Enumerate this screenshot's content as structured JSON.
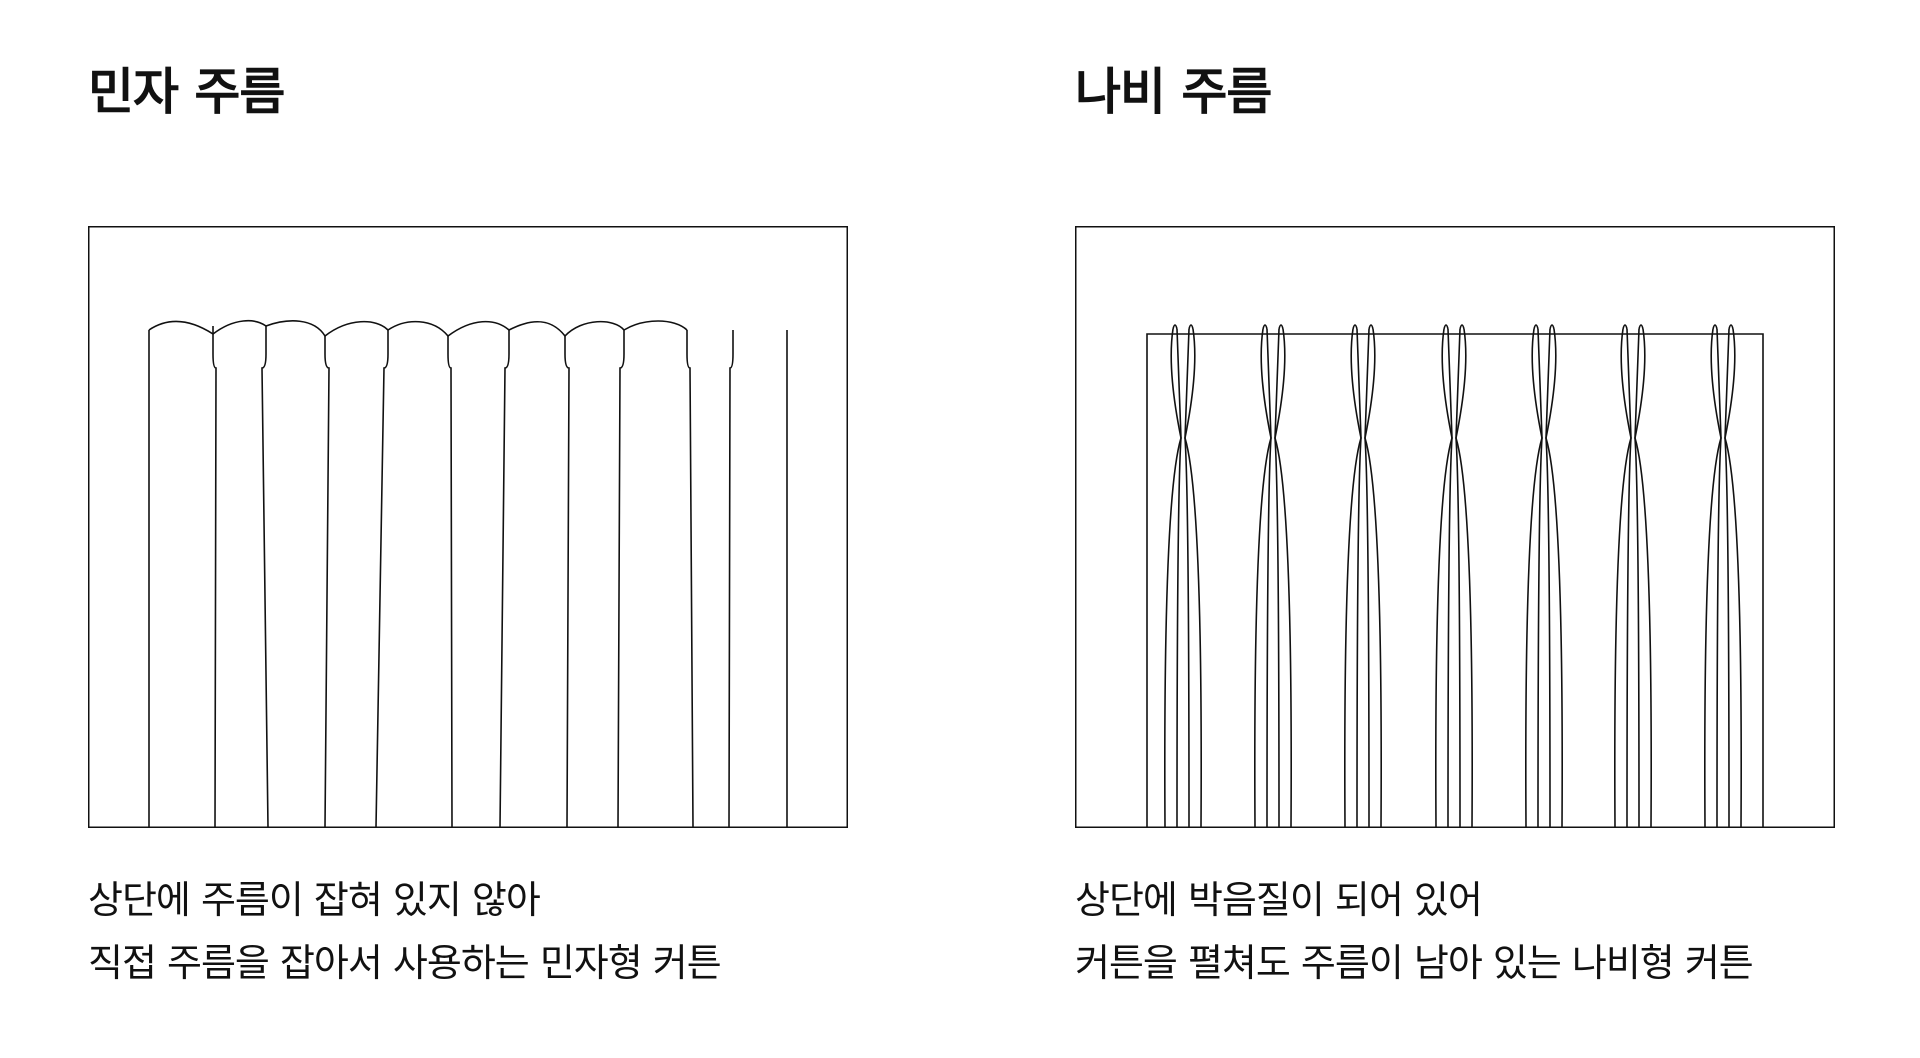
{
  "panels": [
    {
      "title": "민자 주름",
      "description": [
        "상단에 주름이 잡혀 있지 않아",
        "직접 주름을 잡아서 사용하는 민자형 커튼"
      ]
    },
    {
      "title": "나비 주름",
      "description": [
        "상단에 박음질이 되어 있어",
        "커튼을 펼쳐도 주름이 남아 있는 나비형 커튼"
      ]
    }
  ],
  "colors": {
    "line": "#111111",
    "background": "#ffffff"
  }
}
